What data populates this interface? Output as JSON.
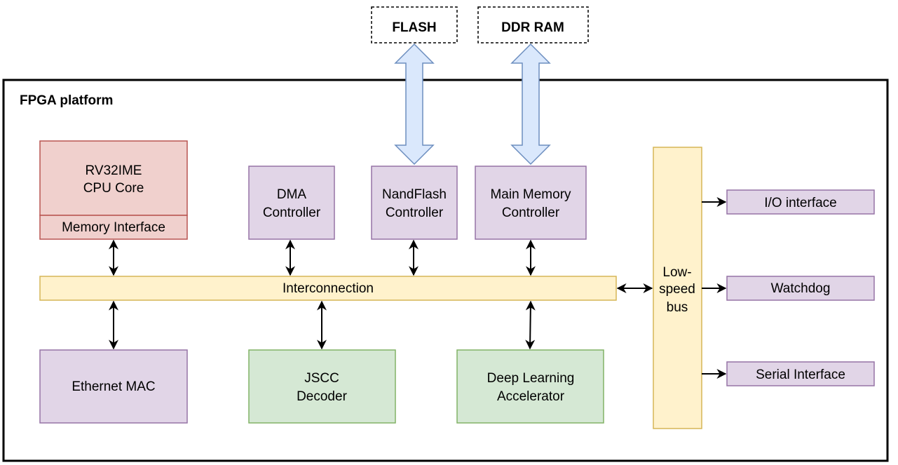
{
  "platform": {
    "title": "FPGA platform"
  },
  "external": {
    "flash": "FLASH",
    "ddr": "DDR RAM"
  },
  "blocks": {
    "cpu_line1": "RV32IME",
    "cpu_line2": "CPU Core",
    "memory_interface": "Memory Interface",
    "dma_line1": "DMA",
    "dma_line2": "Controller",
    "nand_line1": "NandFlash",
    "nand_line2": "Controller",
    "mem_line1": "Main Memory",
    "mem_line2": "Controller",
    "interconnection": "Interconnection",
    "ethernet": "Ethernet MAC",
    "jscc_line1": "JSCC",
    "jscc_line2": "Decoder",
    "dla_line1": "Deep Learning",
    "dla_line2": "Accelerator",
    "lowspeed_line1": "Low-",
    "lowspeed_line2": "speed",
    "lowspeed_line3": "bus"
  },
  "peripherals": {
    "io": "I/O interface",
    "watchdog": "Watchdog",
    "serial": "Serial Interface"
  },
  "colors": {
    "red_fill": "#f0d0cd",
    "red_stroke": "#b85450",
    "purple_fill": "#e1d5e7",
    "purple_stroke": "#9673a6",
    "green_fill": "#d5e8d4",
    "green_stroke": "#82b366",
    "yellow_fill": "#fff2cc",
    "yellow_stroke": "#d6b656",
    "blue_fill": "#dae8fc",
    "blue_stroke": "#6c8ebf"
  }
}
